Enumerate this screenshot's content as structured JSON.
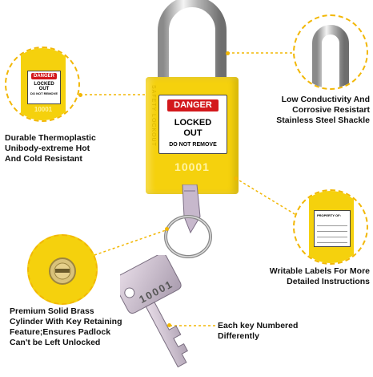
{
  "lock_label": {
    "danger_text": "DANGER",
    "line1": "LOCKED",
    "line2": "OUT",
    "line3": "DO NOT REMOVE",
    "serial": "10001",
    "side_text": "SAFETY LOCKOUT"
  },
  "callouts": {
    "thermoplastic": "Durable Thermoplastic\nUnibody-extreme Hot\nAnd Cold Resistant",
    "shackle": "Low Conductivity And\nCorrosive Resistart\nStainless Steel Shackle",
    "writable": "Writable Labels For More\nDetailed Instructions",
    "brass": "Premium Solid Brass\nCylinder With Key Retaining\nFeature;Ensures Padlock\nCan't be Left Unlocked",
    "numbered": "Each key Numbered\nDifferently"
  },
  "writable_label": {
    "title": "PROPERTY OF:"
  },
  "key": {
    "number": "10001"
  },
  "colors": {
    "body": "#f5d10d",
    "accent": "#f2b705",
    "danger": "#d3181c"
  }
}
